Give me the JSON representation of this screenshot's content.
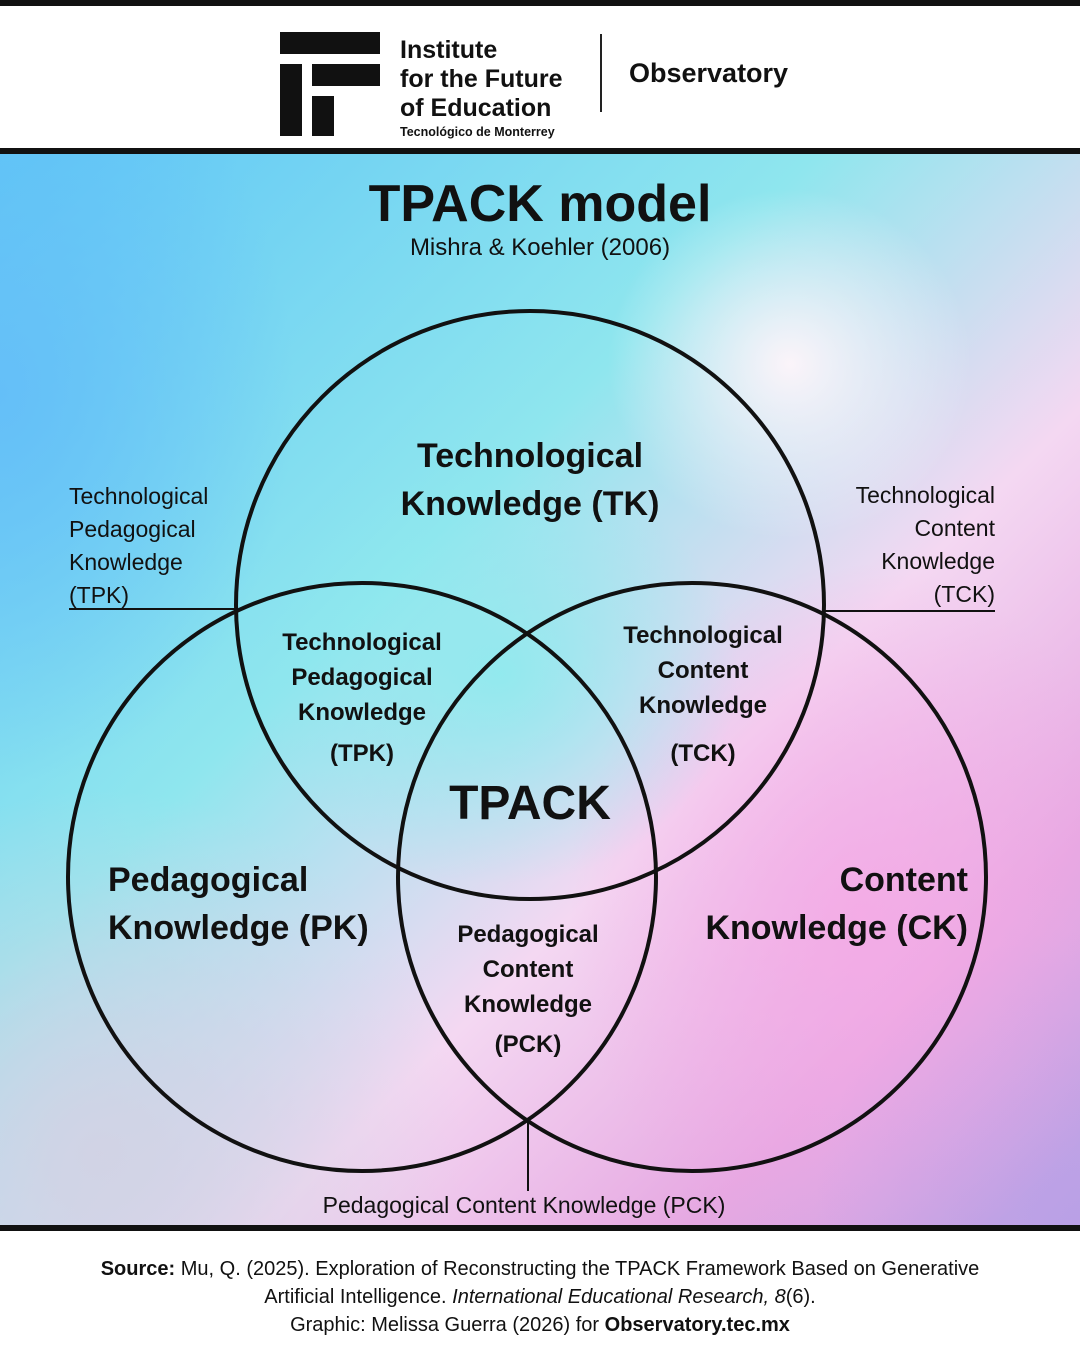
{
  "header": {
    "logo_lines": [
      "Institute",
      "for the Future",
      "of Education"
    ],
    "logo_sub": "Tecnológico de Monterrey",
    "observatory": "Observatory"
  },
  "title": "TPACK model",
  "subtitle": "Mishra & Koehler (2006)",
  "circles": {
    "tk": {
      "name": "Technological",
      "line2": "Knowledge",
      "abbr": "TK"
    },
    "pk": {
      "name": "Pedagogical",
      "line2": "Knowledge",
      "abbr": "PK"
    },
    "ck": {
      "name": "Content",
      "line2": "Knowledge",
      "abbr": "CK"
    }
  },
  "overlaps": {
    "tpk": {
      "lines": [
        "Technological",
        "Pedagogical",
        "Knowledge"
      ],
      "abbr": "TPK"
    },
    "tck": {
      "lines": [
        "Technological",
        "Content",
        "Knowledge"
      ],
      "abbr": "TCK"
    },
    "pck": {
      "lines": [
        "Pedagogical",
        "Content",
        "Knowledge"
      ],
      "abbr": "PCK"
    },
    "center": "TPACK"
  },
  "callouts": {
    "left": [
      "Technological",
      "Pedagogical",
      "Knowledge",
      "(TPK)"
    ],
    "right": [
      "Technological",
      "Content",
      "Knowledge",
      "(TCK)"
    ],
    "bottom": "Pedagogical Content Knowledge (PCK)"
  },
  "footer": {
    "source_label": "Source:",
    "source_text": "Mu, Q. (2025). Exploration of Reconstructing the TPACK Framework Based on Generative",
    "source_line2": "Artificial Intelligence.",
    "journal": "International Educational Research, 8",
    "issue": "(6).",
    "credit": "Graphic: Melissa Guerra (2026) for",
    "site": "Observatory.tec.mx"
  },
  "colors": {
    "ink": "#111111",
    "cyan": "#8ce6ee",
    "pink": "#f5aae6",
    "blue": "#64bef8",
    "violet": "#b9a0e6"
  }
}
